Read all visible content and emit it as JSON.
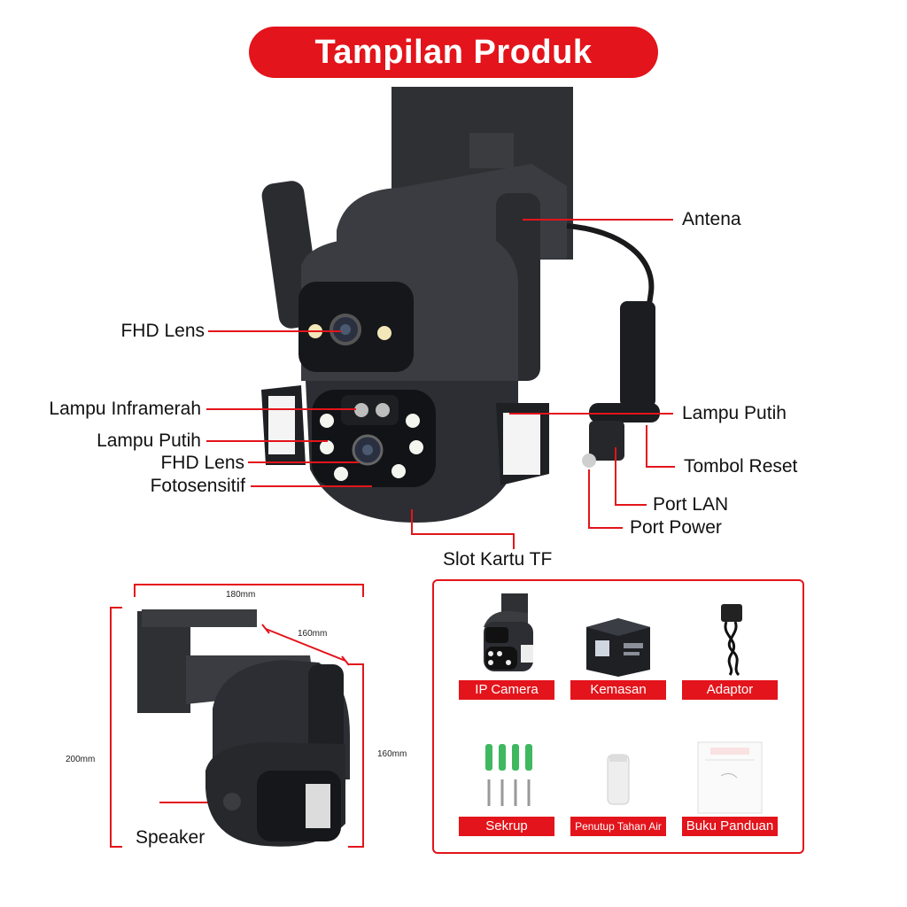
{
  "header": {
    "title": "Tampilan Produk"
  },
  "colors": {
    "accent": "#e3141b",
    "device": "#2b2d31",
    "leader": "#e3141b"
  },
  "callouts": {
    "antena": "Antena",
    "fhd_lens_top": "FHD Lens",
    "lampu_inframerah": "Lampu Inframerah",
    "lampu_putih_left": "Lampu Putih",
    "fhd_lens_bottom": "FHD Lens",
    "fotosensitif": "Fotosensitif",
    "lampu_putih_right": "Lampu Putih",
    "tombol_reset": "Tombol Reset",
    "port_lan": "Port LAN",
    "port_power": "Port Power",
    "slot_kartu_tf": "Slot Kartu TF",
    "speaker": "Speaker"
  },
  "dimensions": {
    "width": "180mm",
    "depth": "160mm",
    "height_total": "200mm",
    "height_body": "160mm"
  },
  "accessories": [
    {
      "label": "IP Camera",
      "icon": "camera-icon"
    },
    {
      "label": "Kemasan",
      "icon": "box-icon"
    },
    {
      "label": "Adaptor",
      "icon": "adapter-icon"
    },
    {
      "label": "Sekrup",
      "icon": "screws-icon"
    },
    {
      "label": "Penutup Tahan Air",
      "icon": "waterproof-cap-icon"
    },
    {
      "label": "Buku Panduan",
      "icon": "manual-icon"
    }
  ]
}
